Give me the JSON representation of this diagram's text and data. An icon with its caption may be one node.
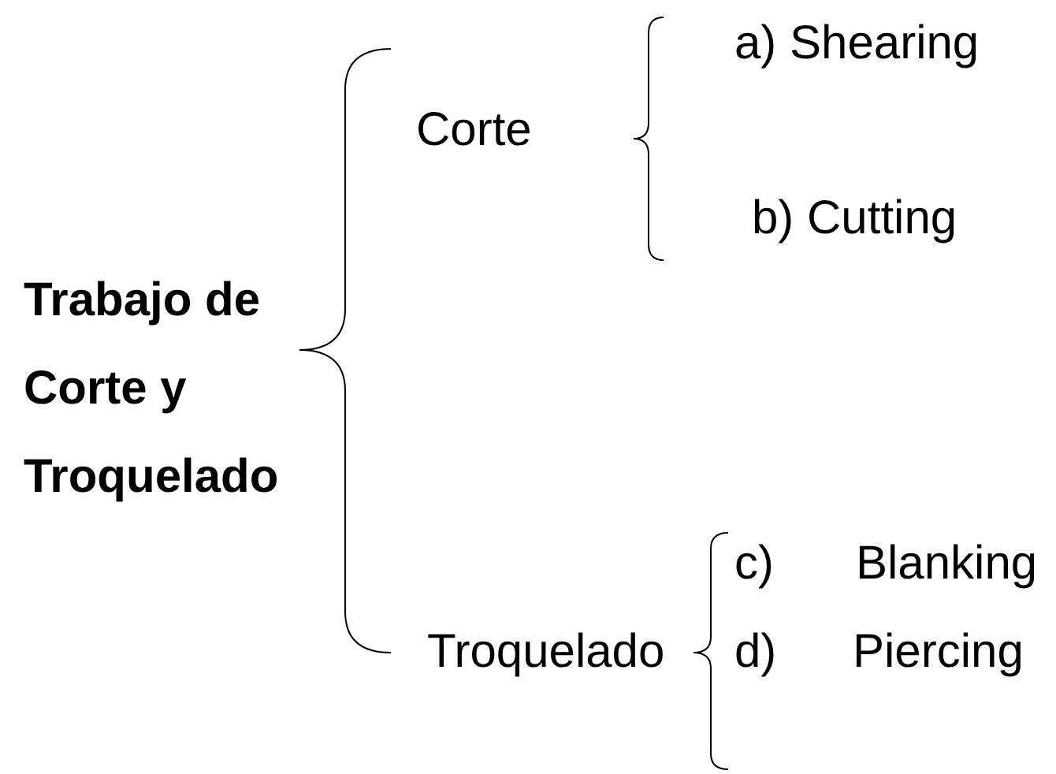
{
  "diagram": {
    "nodes": [
      {
        "text": [
          "Trabajo de Corte y Troquelado"
        ]
      },
      {
        "text": [
          "Corte"
        ]
      },
      {
        "text": [
          "a) Shearing"
        ]
      },
      {
        "text": [
          "b) Cutting"
        ]
      },
      {
        "text": [
          "Troquelado"
        ]
      },
      {
        "text": [
          "c)",
          "Blanking"
        ]
      },
      {
        "text": [
          "d)",
          "Piercing"
        ]
      }
    ],
    "edges": [
      {
        "from": 0,
        "to": 1,
        "arrow": "none"
      },
      {
        "from": 0,
        "to": 4,
        "arrow": "none"
      },
      {
        "from": 1,
        "to": 2,
        "arrow": "none"
      },
      {
        "from": 1,
        "to": 3,
        "arrow": "none"
      },
      {
        "from": 4,
        "to": 5,
        "arrow": "none"
      },
      {
        "from": 4,
        "to": 6,
        "arrow": "none"
      }
    ]
  }
}
